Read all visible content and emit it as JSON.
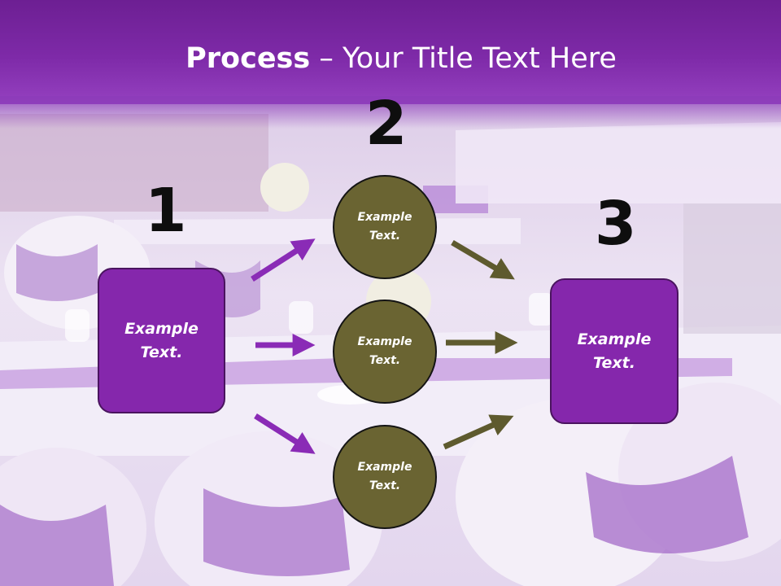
{
  "title": {
    "bold": "Process",
    "rest": "– Your Title Text Here"
  },
  "steps": {
    "one": "1",
    "two": "2",
    "three": "3"
  },
  "boxes": {
    "left": "Example\nText.",
    "right": "Example\nText."
  },
  "circles": {
    "top": "Example\nText.",
    "middle": "Example\nText.",
    "bottom": "Example\nText."
  },
  "colors": {
    "header": "#7e2aa8",
    "box": "#8527ac",
    "circle": "#6a6432",
    "purple_arrow": "#8a2bb6",
    "olive_arrow": "#5e5a2e"
  }
}
